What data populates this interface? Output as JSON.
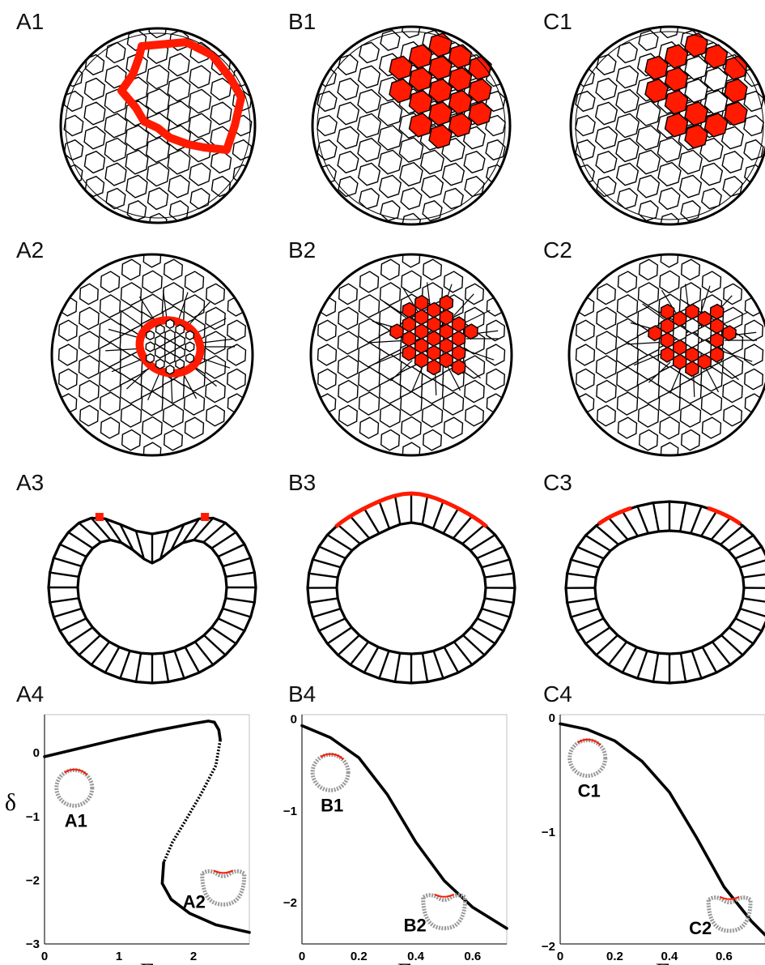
{
  "panel_labels": {
    "A1": "A1",
    "B1": "B1",
    "C1": "C1",
    "A2": "A2",
    "B2": "B2",
    "C2": "C2",
    "A3": "A3",
    "B3": "B3",
    "C3": "C3",
    "A4": "A4",
    "B4": "B4",
    "C4": "C4"
  },
  "colors": {
    "highlight": "#ff1a00",
    "line": "#000000",
    "frame": "#cccccc"
  },
  "chart_data": [
    {
      "type": "line",
      "panel": "A4",
      "xlabel": "Γ",
      "ylabel": "δ",
      "xlim": [
        0,
        2.75
      ],
      "ylim": [
        -3,
        0.6
      ],
      "xticks": [
        "0",
        "1",
        "2"
      ],
      "yticks": [
        "0",
        "−1",
        "−2",
        "−3"
      ],
      "series": [
        {
          "style": "solid",
          "points": [
            [
              0,
              -0.06
            ],
            [
              0.5,
              0.08
            ],
            [
              1.0,
              0.22
            ],
            [
              1.5,
              0.35
            ],
            [
              2.0,
              0.46
            ],
            [
              2.2,
              0.5
            ],
            [
              2.28,
              0.48
            ],
            [
              2.34,
              0.36
            ],
            [
              2.36,
              0.2
            ]
          ]
        },
        {
          "style": "dotted",
          "points": [
            [
              2.36,
              0.2
            ],
            [
              2.3,
              -0.2
            ],
            [
              2.1,
              -0.65
            ],
            [
              1.9,
              -1.05
            ],
            [
              1.72,
              -1.4
            ],
            [
              1.6,
              -1.72
            ]
          ]
        },
        {
          "style": "solid",
          "points": [
            [
              1.6,
              -1.72
            ],
            [
              1.58,
              -2.05
            ],
            [
              1.7,
              -2.3
            ],
            [
              1.95,
              -2.52
            ],
            [
              2.3,
              -2.7
            ],
            [
              2.75,
              -2.82
            ]
          ]
        }
      ],
      "insets": [
        {
          "label": "A1",
          "kind": "ring",
          "x": 0.4,
          "y": -0.55
        },
        {
          "label": "A2",
          "kind": "kidney",
          "x": 2.4,
          "y": -2.05
        }
      ]
    },
    {
      "type": "line",
      "panel": "B4",
      "xlabel": "Γ",
      "ylabel": "",
      "xlim": [
        0,
        0.72
      ],
      "ylim": [
        -2.45,
        0.05
      ],
      "xticks": [
        "0",
        "0.2",
        "0.4",
        "0.6"
      ],
      "yticks": [
        "0",
        "−1",
        "−2"
      ],
      "series": [
        {
          "style": "solid",
          "points": [
            [
              0,
              -0.07
            ],
            [
              0.1,
              -0.2
            ],
            [
              0.2,
              -0.42
            ],
            [
              0.3,
              -0.82
            ],
            [
              0.4,
              -1.34
            ],
            [
              0.5,
              -1.76
            ],
            [
              0.6,
              -2.05
            ],
            [
              0.72,
              -2.28
            ]
          ]
        }
      ],
      "insets": [
        {
          "label": "B1",
          "kind": "ring",
          "x": 0.1,
          "y": -0.58
        },
        {
          "label": "B2",
          "kind": "kidney",
          "x": 0.5,
          "y": -2.05
        }
      ]
    },
    {
      "type": "line",
      "panel": "C4",
      "xlabel": "Γ",
      "ylabel": "",
      "xlim": [
        0,
        0.75
      ],
      "ylim": [
        -1.98,
        0.03
      ],
      "xticks": [
        "0",
        "0.2",
        "0.4",
        "0.6"
      ],
      "yticks": [
        "0",
        "−1",
        "−2"
      ],
      "series": [
        {
          "style": "solid",
          "points": [
            [
              0,
              -0.05
            ],
            [
              0.1,
              -0.1
            ],
            [
              0.2,
              -0.2
            ],
            [
              0.3,
              -0.38
            ],
            [
              0.4,
              -0.65
            ],
            [
              0.5,
              -1.05
            ],
            [
              0.6,
              -1.48
            ],
            [
              0.7,
              -1.78
            ],
            [
              0.75,
              -1.9
            ]
          ]
        }
      ],
      "insets": [
        {
          "label": "C1",
          "kind": "ring",
          "x": 0.1,
          "y": -0.35
        },
        {
          "label": "C2",
          "kind": "kidney",
          "x": 0.62,
          "y": -1.68
        }
      ]
    }
  ]
}
